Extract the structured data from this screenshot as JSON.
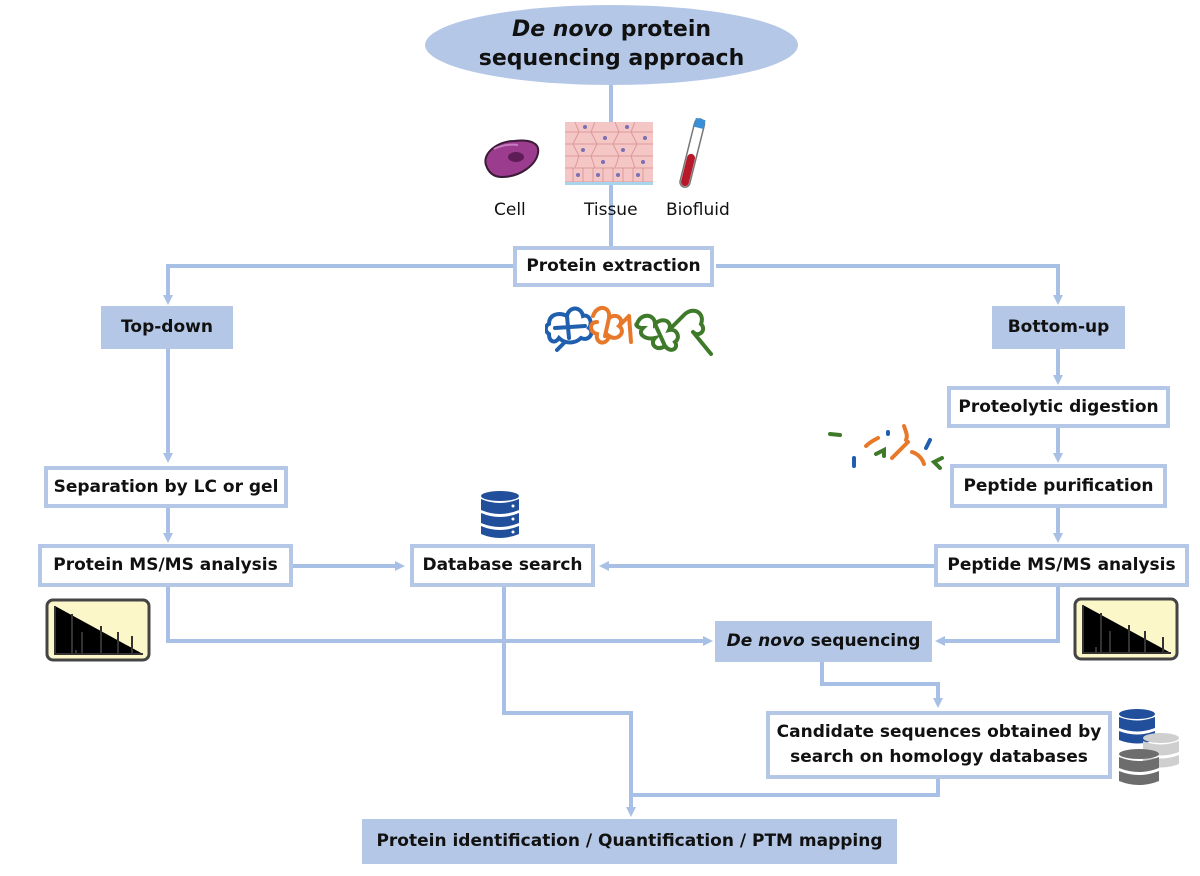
{
  "title": {
    "italic": "De novo",
    "line1_rest": " protein",
    "line2": "sequencing approach"
  },
  "sources": [
    {
      "label": "Cell",
      "icon": "cell-icon"
    },
    {
      "label": "Tissue",
      "icon": "tissue-icon"
    },
    {
      "label": "Biofluid",
      "icon": "test-tube-icon"
    }
  ],
  "nodes": {
    "protein_extraction": "Protein extraction",
    "top_down": "Top-down",
    "bottom_up": "Bottom-up",
    "proteolytic_digestion": "Proteolytic digestion",
    "peptide_purification": "Peptide purification",
    "separation": "Separation by LC or gel",
    "protein_msms": "Protein MS/MS analysis",
    "database_search": "Database search",
    "peptide_msms": "Peptide MS/MS analysis",
    "de_novo_italic": "De novo",
    "de_novo_rest": " sequencing",
    "candidate_line1": "Candidate sequences obtained by",
    "candidate_line2": "search on homology databases",
    "final": "Protein identification / Quantification / PTM mapping"
  },
  "icons": {
    "protein_chain": "protein-chain-icon",
    "peptide_fragments": "peptide-fragments-icon",
    "spectrum": "mass-spectrum-icon",
    "database": "database-icon",
    "databases_stack": "databases-stack-icon"
  },
  "colors": {
    "accent": "#b4c7e7",
    "connector": "#a9c0e6",
    "blue": "#1f5fae",
    "orange": "#e8792b",
    "green": "#3e7a2a",
    "spectrum_bg": "#fbf7c9",
    "cell": "#9b3c8f",
    "db_blue": "#214f9c",
    "db_gray": "#6d6d6d",
    "db_light": "#cfcfcf"
  }
}
